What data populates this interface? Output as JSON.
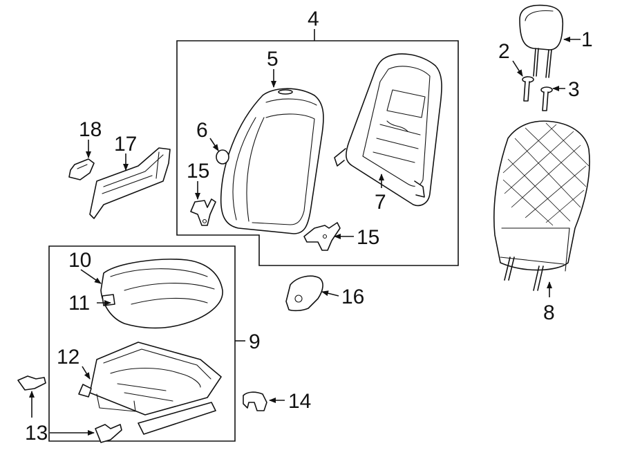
{
  "callouts": [
    {
      "id": "c1",
      "label": "1"
    },
    {
      "id": "c2",
      "label": "2"
    },
    {
      "id": "c3",
      "label": "3"
    },
    {
      "id": "c4",
      "label": "4"
    },
    {
      "id": "c5",
      "label": "5"
    },
    {
      "id": "c6",
      "label": "6"
    },
    {
      "id": "c7",
      "label": "7"
    },
    {
      "id": "c8",
      "label": "8"
    },
    {
      "id": "c9",
      "label": "9"
    },
    {
      "id": "c10",
      "label": "10"
    },
    {
      "id": "c11",
      "label": "11"
    },
    {
      "id": "c12",
      "label": "12"
    },
    {
      "id": "c13",
      "label": "13"
    },
    {
      "id": "c14",
      "label": "14"
    },
    {
      "id": "c15a",
      "label": "15"
    },
    {
      "id": "c15b",
      "label": "15"
    },
    {
      "id": "c16",
      "label": "16"
    },
    {
      "id": "c17",
      "label": "17"
    },
    {
      "id": "c18",
      "label": "18"
    }
  ],
  "style": {
    "line_color": "#111111",
    "background": "#ffffff"
  }
}
